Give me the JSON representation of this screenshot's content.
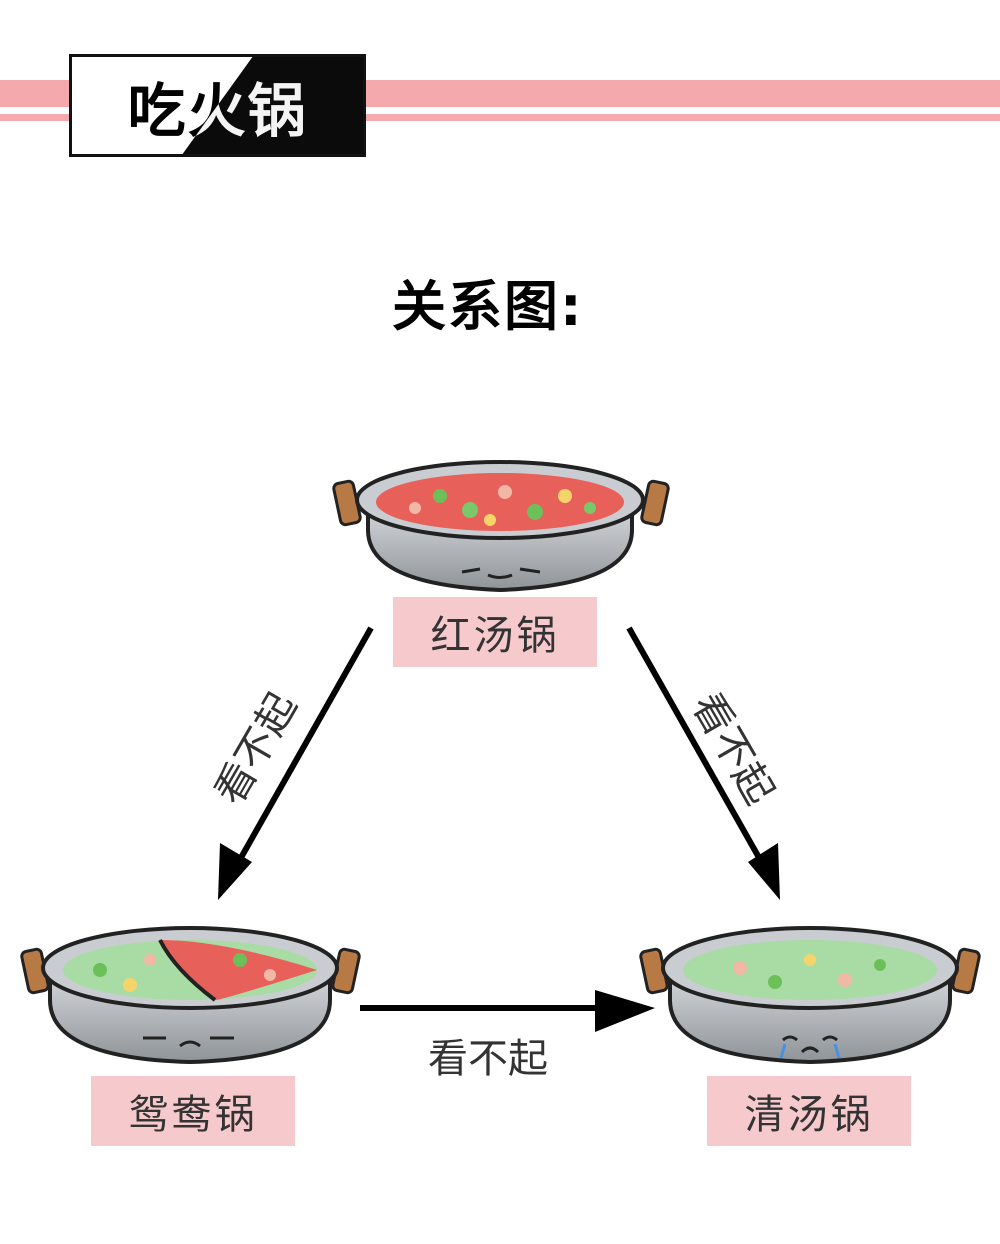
{
  "header": {
    "title": "吃火锅"
  },
  "heading": "关系图:",
  "nodes": {
    "red": {
      "label": "红汤锅"
    },
    "yuanyang": {
      "label": "鸳鸯锅"
    },
    "clear": {
      "label": "清汤锅"
    }
  },
  "edges": [
    {
      "from": "红汤锅",
      "to": "鸳鸯锅",
      "label": "看不起"
    },
    {
      "from": "红汤锅",
      "to": "清汤锅",
      "label": "看不起"
    },
    {
      "from": "鸳鸯锅",
      "to": "清汤锅",
      "label": "看不起"
    }
  ],
  "colors": {
    "stripe": "#f4a9ad",
    "label_bg": "#f6c9cc",
    "red_soup": "#e8605a",
    "clear_soup": "#a9dba4"
  }
}
